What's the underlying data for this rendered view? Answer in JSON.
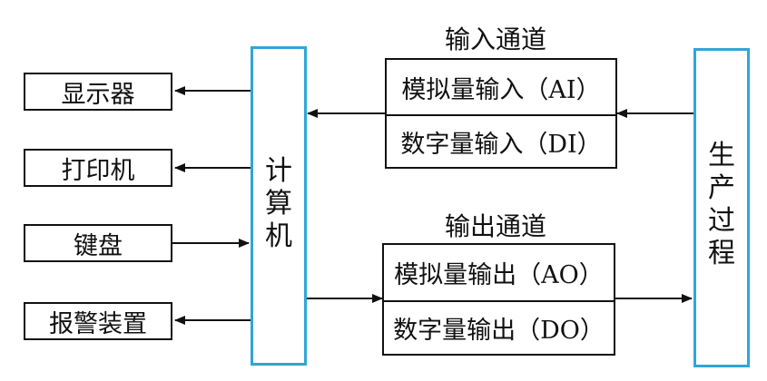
{
  "devices": {
    "display": "显示器",
    "printer": "打印机",
    "keyboard": "键盘",
    "alarm": "报警装置"
  },
  "computer": {
    "chars": [
      "计",
      "算",
      "机"
    ]
  },
  "input_channel": {
    "title": "输入通道",
    "analog": "模拟量输入（AI）",
    "digital": "数字量输入（DI）"
  },
  "output_channel": {
    "title": "输出通道",
    "analog": "模拟量输出（AO）",
    "digital": "数字量输出（DO）"
  },
  "process": {
    "chars": [
      "生",
      "产",
      "过",
      "程"
    ]
  }
}
